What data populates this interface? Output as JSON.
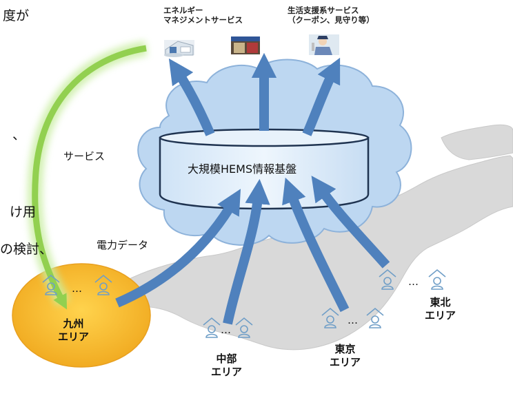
{
  "services": [
    {
      "label": "エネルギー\nマネジメントサービス",
      "icon": "building-photo"
    },
    {
      "label": "",
      "icon": "storefront-photo"
    },
    {
      "label": "生活支援系サービス\n（クーポン、見守り等）",
      "icon": "guard-photo"
    }
  ],
  "platform": {
    "label": "大規模HEMS情報基盤"
  },
  "flows": {
    "service_label": "サービス",
    "data_label": "電力データ"
  },
  "left_text": [
    "度が",
    "、",
    "け用",
    "の検討、"
  ],
  "areas": [
    {
      "label": "九州\nエリア"
    },
    {
      "label": "中部\nエリア"
    },
    {
      "label": "東京\nエリア"
    },
    {
      "label": "東北\nエリア"
    }
  ],
  "ellipsis": "…",
  "colors": {
    "arrow": "#4f81bd",
    "cloud": "#bdd7f1",
    "cloud_stroke": "#8db2da",
    "kyushu": "#f5b324",
    "service_arrow": "#92d050",
    "map": "#d9d9d9",
    "house": "#6f9ec7"
  }
}
